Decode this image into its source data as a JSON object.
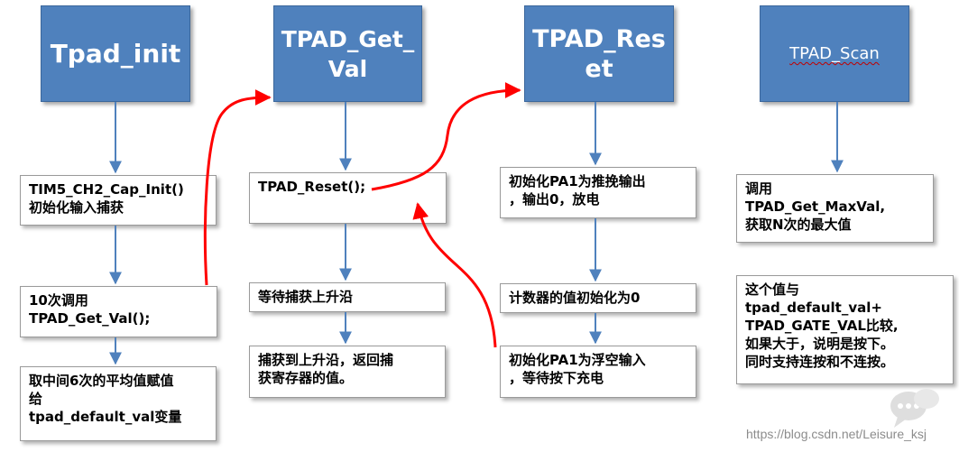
{
  "headers": {
    "tpad_init": "Tpad_init",
    "tpad_get_val": "TPAD_Get_\nVal",
    "tpad_reset": "TPAD_Res\net",
    "tpad_scan": "TPAD_Scan"
  },
  "col1": {
    "box1": "TIM5_CH2_Cap_Init()\n初始化输入捕获",
    "box2": "10次调用\nTPAD_Get_Val();",
    "box3": "取中间6次的平均值赋值\n给\ntpad_default_val变量"
  },
  "col2": {
    "box1": "TPAD_Reset();",
    "box2": "等待捕获上升沿",
    "box3": "捕获到上升沿，返回捕\n获寄存器的值。"
  },
  "col3": {
    "box1": "初始化PA1为推挽输出\n，输出0，放电",
    "box2": "计数器的值初始化为0",
    "box3": "初始化PA1为浮空输入\n，等待按下充电"
  },
  "col4": {
    "box1": "调用\nTPAD_Get_MaxVal,\n获取N次的最大值",
    "box2": "这个值与\ntpad_default_val+\nTPAD_GATE_VAL比较,\n如果大于，说明是按下。\n同时支持连按和不连按。"
  },
  "watermark": "https://blog.csdn.net/Leisure_ksj",
  "colors": {
    "header_fill": "#4f81bd",
    "arrow_blue": "#4f81bd",
    "arrow_red": "#ff0000"
  }
}
